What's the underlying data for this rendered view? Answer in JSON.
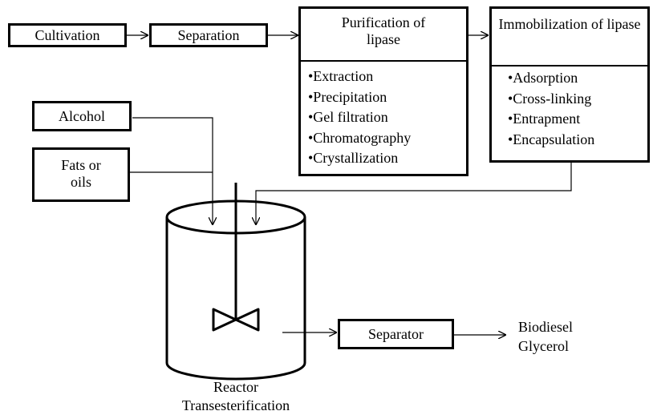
{
  "steps": {
    "cultivation": "Cultivation",
    "separation": "Separation",
    "purification": {
      "title": "Purification of lipase",
      "items": [
        "•Extraction",
        "•Precipitation",
        "•Gel filtration",
        "•Chromatography",
        "•Crystallization"
      ]
    },
    "immobilization": {
      "title": "Immobilization of lipase",
      "items": [
        "•Adsorption",
        "•Cross-linking",
        "•Entrapment",
        "•Encapsulation"
      ]
    }
  },
  "inputs": {
    "alcohol": "Alcohol",
    "fats": "Fats or oils"
  },
  "reactor": {
    "line1": "Reactor",
    "line2": "Transesterification"
  },
  "separator": "Separator",
  "products": {
    "biodiesel": "Biodiesel",
    "glycerol": "Glycerol"
  }
}
